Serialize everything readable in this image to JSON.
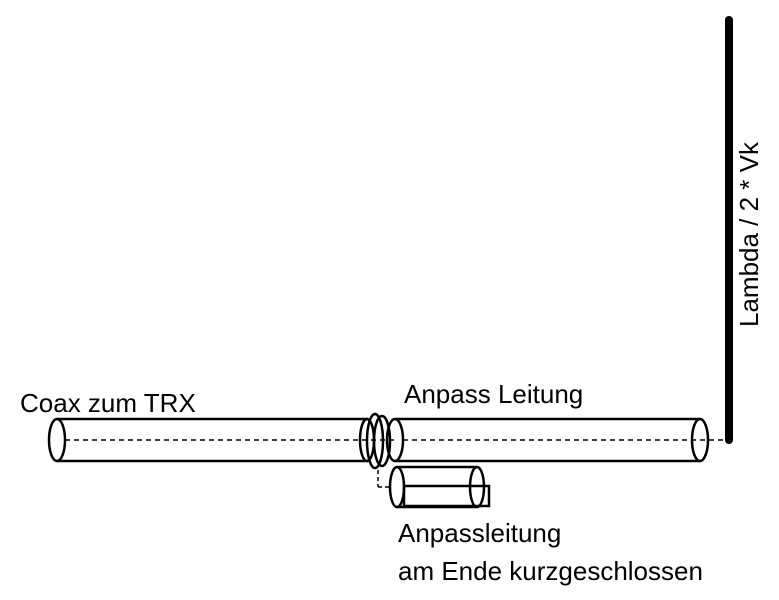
{
  "labels": {
    "coax": "Coax zum TRX",
    "match_line": "Anpass Leitung",
    "stub_line1": "Anpassleitung",
    "stub_line2": "am Ende kurzgeschlossen",
    "antenna": "Lambda / 2 * Vk"
  },
  "colors": {
    "stroke": "#000000",
    "background": "#ffffff"
  }
}
